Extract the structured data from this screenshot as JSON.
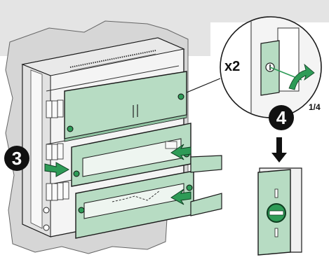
{
  "steps": {
    "step3": "3",
    "step4": "4"
  },
  "callout": {
    "multiplier": "x2",
    "rotation": "1/4"
  },
  "colors": {
    "wall": "#d4d4d4",
    "enclosure": "#f2f2f2",
    "cover_plate": "#b7dcc3",
    "accent_green": "#2e9b57",
    "outline": "#1a1a1a"
  },
  "icons": {
    "fastener": "quarter-turn-screw-icon",
    "arrow": "push-arrow-icon",
    "rotate": "rotate-arrow-icon",
    "down": "arrow-down-icon"
  }
}
